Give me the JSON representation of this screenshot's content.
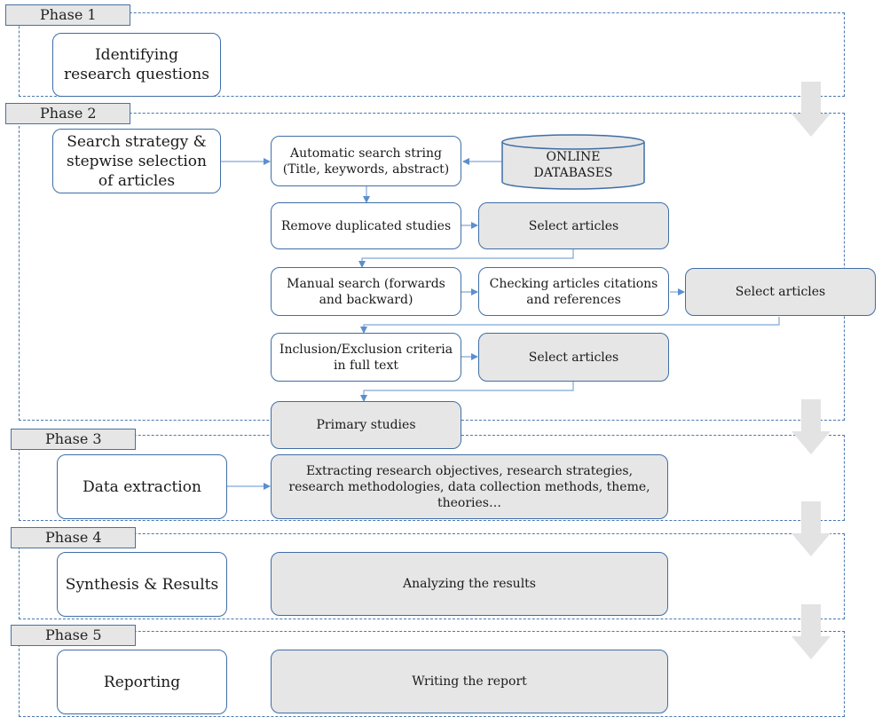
{
  "phases": [
    {
      "label": "Phase 1"
    },
    {
      "label": "Phase 2"
    },
    {
      "label": "Phase 3"
    },
    {
      "label": "Phase 4"
    },
    {
      "label": "Phase 5"
    }
  ],
  "steps": {
    "identifying": "Identifying research questions",
    "search_strategy": "Search strategy & stepwise selection of articles",
    "data_extraction": "Data extraction",
    "synthesis": "Synthesis & Results",
    "reporting": "Reporting"
  },
  "process": {
    "auto_search": "Automatic search string (Title, keywords, abstract)",
    "online_databases": "ONLINE DATABASES",
    "remove_duplicates": "Remove duplicated studies",
    "select_articles_1": "Select articles",
    "manual_search": "Manual search (forwards and backward)",
    "checking_citations": "Checking articles citations and references",
    "select_articles_2": "Select articles",
    "inclusion_exclusion": "Inclusion/Exclusion criteria in full text",
    "select_articles_3": "Select articles",
    "primary_studies": "Primary studies",
    "extracting": "Extracting research objectives, research strategies, research methodologies, data collection methods, theme, theories…",
    "analyzing": "Analyzing the results",
    "writing": "Writing the report"
  },
  "colors": {
    "frame": "#4a78b0",
    "connector": "#5b8fcf",
    "grey_fill": "#e6e6e6",
    "arrow_fill": "#e3e3e3"
  }
}
